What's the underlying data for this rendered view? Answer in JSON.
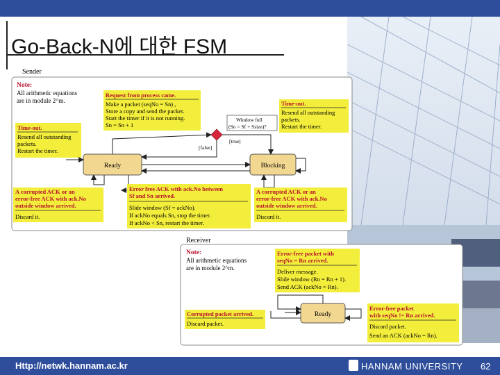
{
  "slide": {
    "title": "Go-Back-N에 대한 FSM",
    "footer_url": "Http://netwk.hannam.ac.kr",
    "footer_university": "HANNAM UNIVERSITY",
    "page_number": "62"
  },
  "sender": {
    "label": "Sender",
    "note_title": "Note:",
    "note_lines": [
      "All arithmetic equations",
      "are in module 2^m."
    ],
    "request_title": "Request from process came.",
    "request_lines": [
      "Make a packet (seqNo = Sn) ,",
      "Store a copy and send the packet.",
      "Start the timer if it is not running.",
      "Sn = Sn + 1"
    ],
    "timeout_left_title": "Time-out.",
    "timeout_left_lines": [
      "Resend all outstanding",
      "packets.",
      "Restart the timer."
    ],
    "timeout_right_title": "Time-out.",
    "timeout_right_lines": [
      "Resend all outstanding",
      "packets.",
      "Restart the timer."
    ],
    "window_full_label": "Window full",
    "window_full_condition": "(Sn = Sf + Ssize)?",
    "true_label": "[true]",
    "false_label": "[false]",
    "state_ready": "Ready",
    "state_blocking": "Blocking",
    "corrupted_left_lines": [
      "A corrupted ACK or an",
      "error-free ACK with ack.No",
      "outside window arrived."
    ],
    "corrupted_left_action": "Discard it.",
    "errorfree_title_lines": [
      "Error free ACK with ack.No between",
      "Sf  and  Sn arrived."
    ],
    "errorfree_actions": [
      "Slide window (Sf = ackNo).",
      "If ackNo equals Sn, stop the timer.",
      "If ackNo < Sn, restart the timer."
    ],
    "corrupted_right_lines": [
      "A corrupted ACK or an",
      "error-free ACK with ack.No",
      "outside window arrived."
    ],
    "corrupted_right_action": "Discard it."
  },
  "receiver": {
    "label": "Receiver",
    "note_title": "Note:",
    "note_lines": [
      "All arithmetic equations",
      "are in module 2^m."
    ],
    "errorfree_title_lines": [
      "Error-free packet with",
      "seqNo = Rn arrived."
    ],
    "errorfree_actions": [
      "Deliver message.",
      "Slide window (Rn = Rn + 1).",
      "Send ACK (ackNo = Rn)."
    ],
    "state_ready": "Ready",
    "corrupted_title": "Corrupted packet arrived.",
    "corrupted_action": "Discard packet.",
    "mismatch_title_lines": [
      "Error-free packet",
      "with seqNo != Rn arrived."
    ],
    "mismatch_actions": [
      "Discard packet.",
      "Send an ACK (ackNo = Rn)."
    ]
  },
  "colors": {
    "header_blue": "#2e4d9b",
    "box_yellow": "#f3ee3c",
    "title_red": "#b8122c",
    "state_fill": "#f2d790",
    "diamond": "#d8263a"
  }
}
